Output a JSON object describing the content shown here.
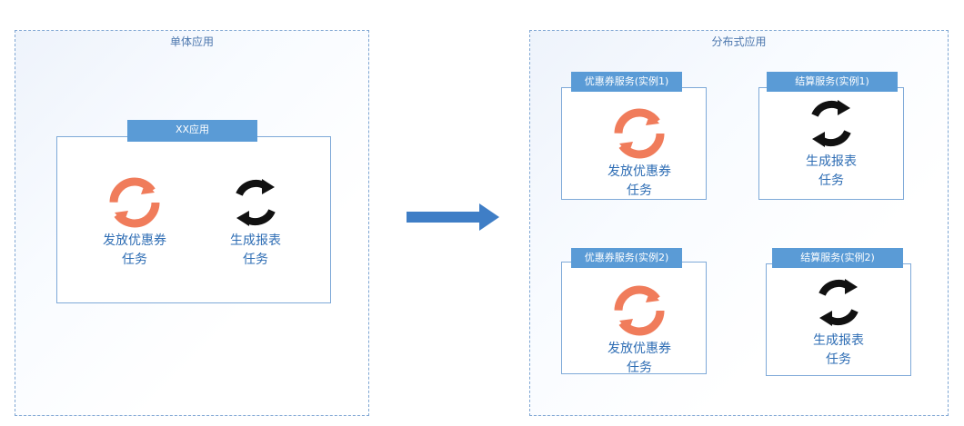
{
  "monolith": {
    "title": "单体应用",
    "app_header": "XX应用",
    "tasks": [
      {
        "icon": "refresh-orange-icon",
        "line1": "发放优惠券",
        "line2": "任务"
      },
      {
        "icon": "refresh-black-icon",
        "line1": "生成报表",
        "line2": "任务"
      }
    ]
  },
  "distributed": {
    "title": "分布式应用",
    "services": [
      {
        "header": "优惠券服务(实例1)",
        "task_line1": "发放优惠券",
        "task_line2": "任务",
        "icon": "refresh-orange-icon"
      },
      {
        "header": "结算服务(实例1)",
        "task_line1": "生成报表",
        "task_line2": "任务",
        "icon": "refresh-black-icon"
      },
      {
        "header": "优惠券服务(实例2)",
        "task_line1": "发放优惠券",
        "task_line2": "任务",
        "icon": "refresh-orange-icon"
      },
      {
        "header": "结算服务(实例2)",
        "task_line1": "生成报表",
        "task_line2": "任务",
        "icon": "refresh-black-icon"
      }
    ]
  },
  "arrow": {
    "icon": "arrow-right-icon"
  },
  "colors": {
    "accent_blue": "#5a9bd6",
    "text_blue": "#2e6db4",
    "orange_icon": "#f07c5b",
    "black_icon": "#111111"
  }
}
